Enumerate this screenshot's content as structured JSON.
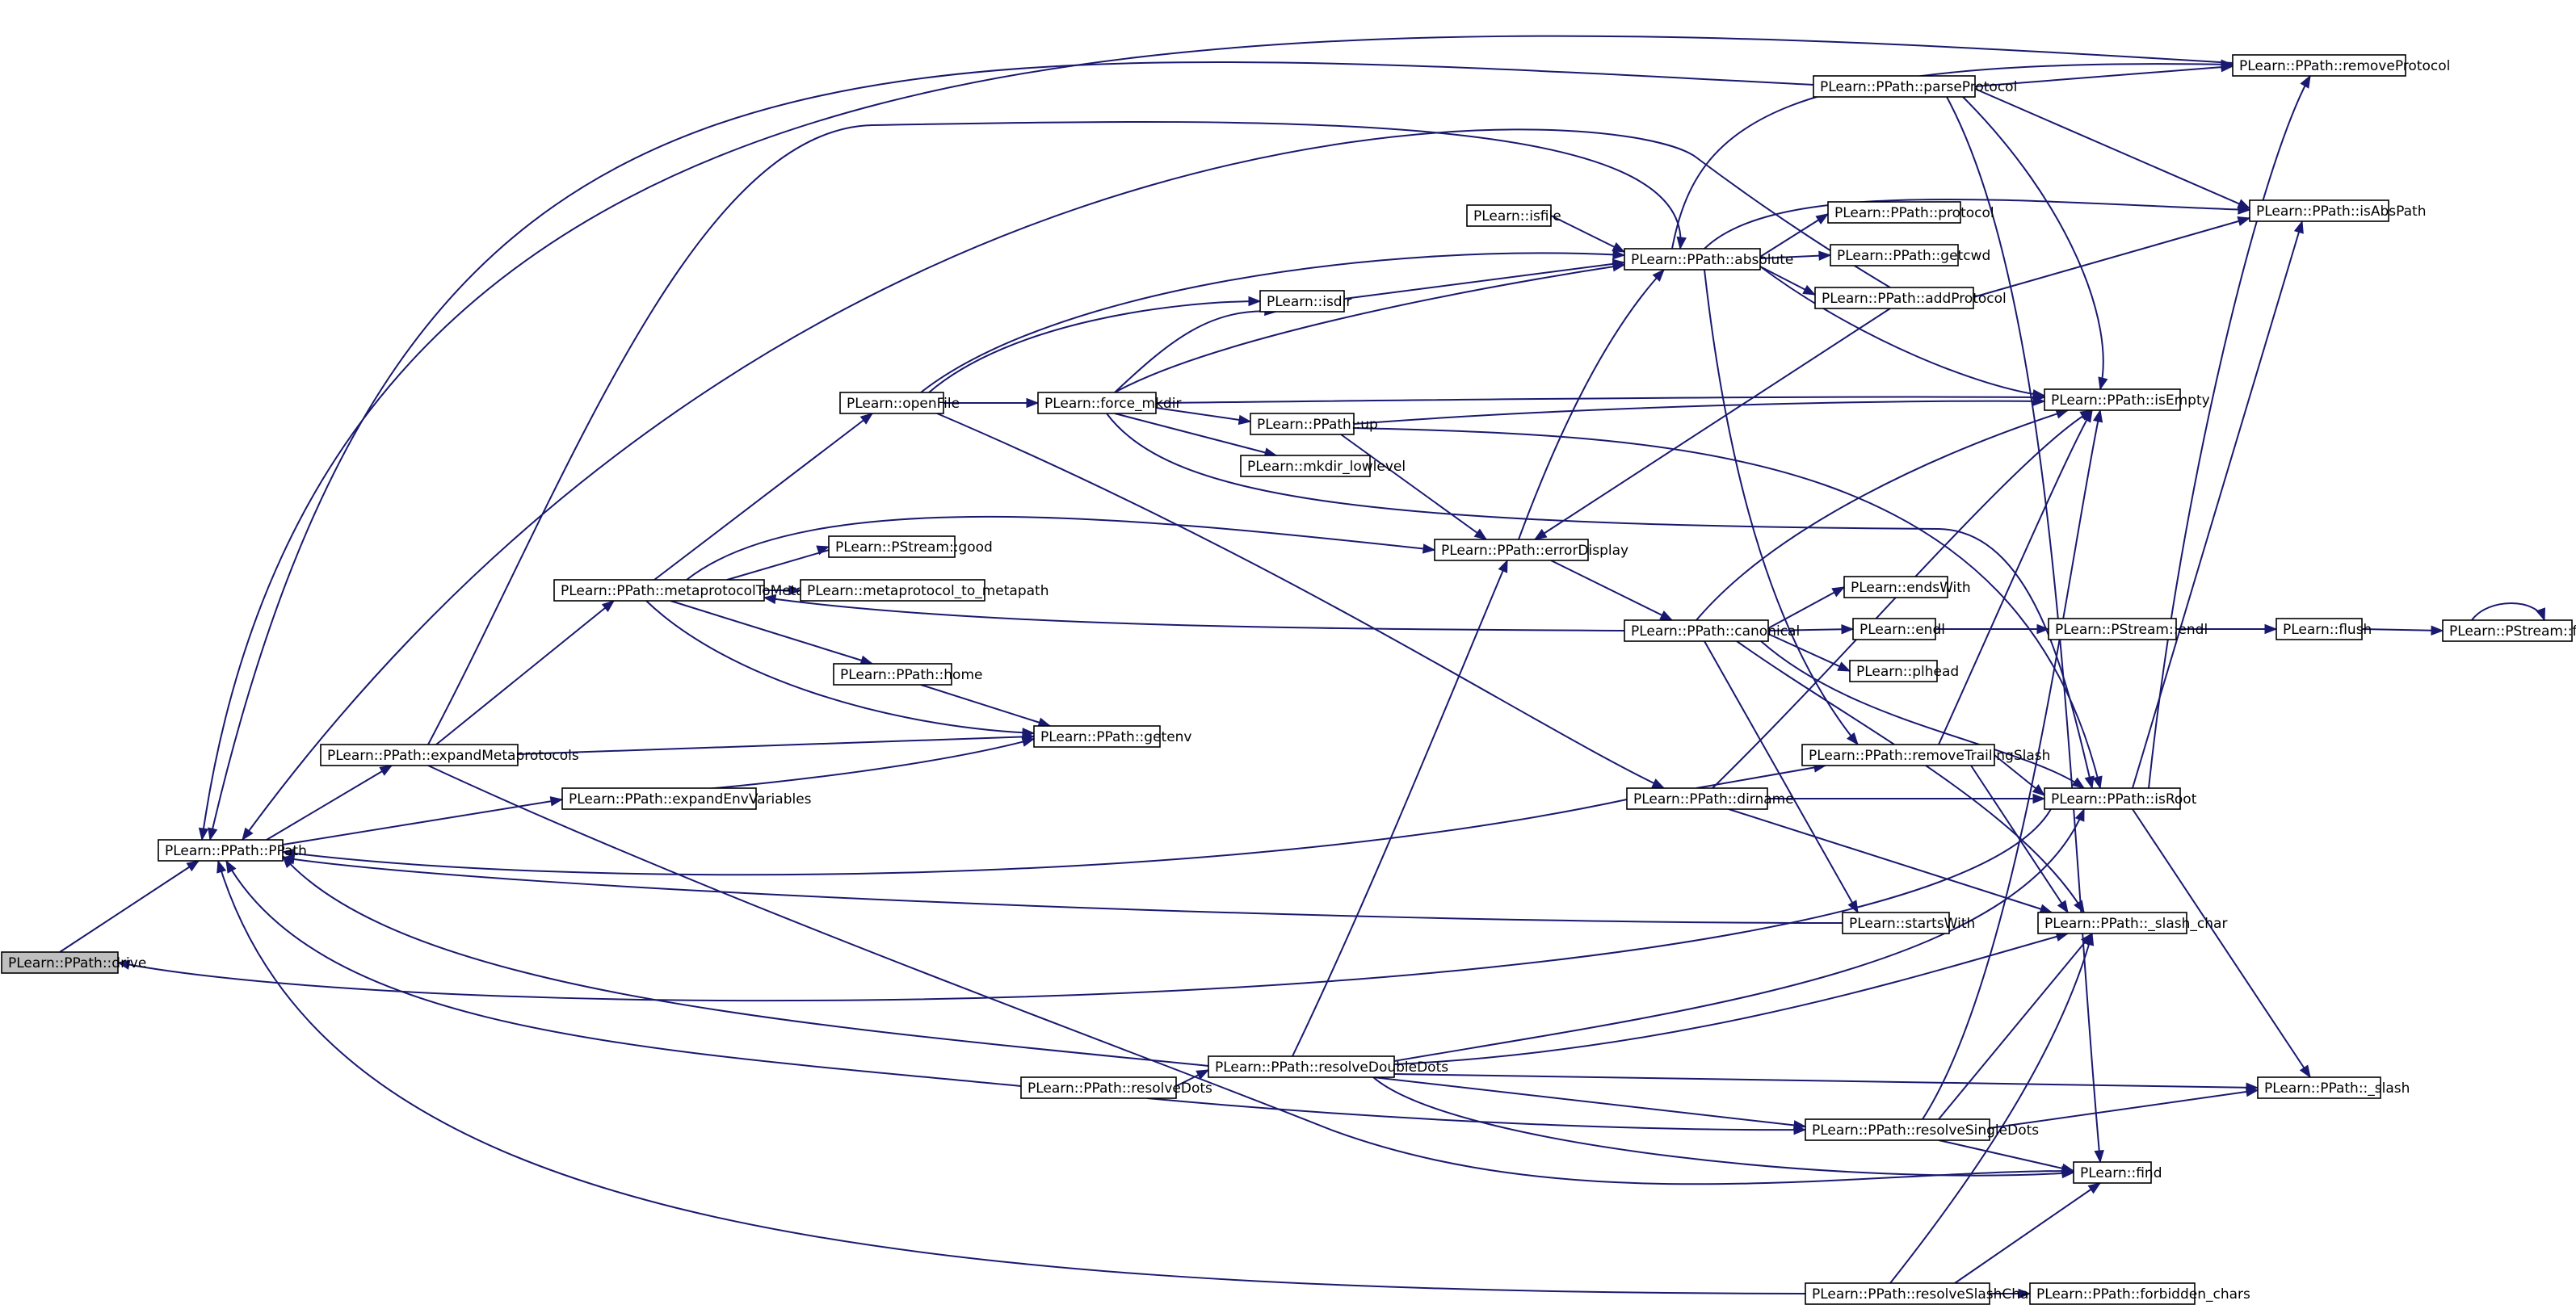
{
  "colors": {
    "edge": "#191970",
    "node_fill": "#ffffff",
    "selected_fill": "#bfbfbf",
    "border": "#000000"
  },
  "nodes": {
    "drive": "PLearn::PPath::drive",
    "ppath": "PLearn::PPath::PPath",
    "expandMetaprotocols": "PLearn::PPath::expandMetaprotocols",
    "expandEnvVariables": "PLearn::PPath::expandEnvVariables",
    "metaprotocolToMetapath": "PLearn::PPath::metaprotocolToMetapath",
    "pstream_good": "PLearn::PStream::good",
    "metaprotocol_to_metapath": "PLearn::metaprotocol_to_metapath",
    "home": "PLearn::PPath::home",
    "getenv": "PLearn::PPath::getenv",
    "openFile": "PLearn::openFile",
    "force_mkdir": "PLearn::force_mkdir",
    "isdir": "PLearn::isdir",
    "isfile": "PLearn::isfile",
    "up": "PLearn::PPath::up",
    "mkdir_lowlevel": "PLearn::mkdir_lowlevel",
    "errorDisplay": "PLearn::PPath::errorDisplay",
    "absolute": "PLearn::PPath::absolute",
    "parseProtocol": "PLearn::PPath::parseProtocol",
    "protocol": "PLearn::PPath::protocol",
    "getcwd": "PLearn::PPath::getcwd",
    "addProtocol": "PLearn::PPath::addProtocol",
    "removeProtocol": "PLearn::PPath::removeProtocol",
    "isAbsPath": "PLearn::PPath::isAbsPath",
    "isEmpty": "PLearn::PPath::isEmpty",
    "canonical": "PLearn::PPath::canonical",
    "endsWith": "PLearn::endsWith",
    "endl": "PLearn::endl",
    "plhead": "PLearn::plhead",
    "pstream_endl": "PLearn::PStream::endl",
    "flush": "PLearn::flush",
    "pstream_flush": "PLearn::PStream::flush",
    "removeTrailingSlash": "PLearn::PPath::removeTrailingSlash",
    "dirname": "PLearn::PPath::dirname",
    "isRoot": "PLearn::PPath::isRoot",
    "startsWith": "PLearn::startsWith",
    "slash_char": "PLearn::PPath::_slash_char",
    "resolveDots": "PLearn::PPath::resolveDots",
    "resolveDoubleDots": "PLearn::PPath::resolveDoubleDots",
    "resolveSingleDots": "PLearn::PPath::resolveSingleDots",
    "slash": "PLearn::PPath::_slash",
    "find": "PLearn::find",
    "resolveSlashChars": "PLearn::PPath::resolveSlashChars",
    "forbidden_chars": "PLearn::PPath::forbidden_chars"
  }
}
